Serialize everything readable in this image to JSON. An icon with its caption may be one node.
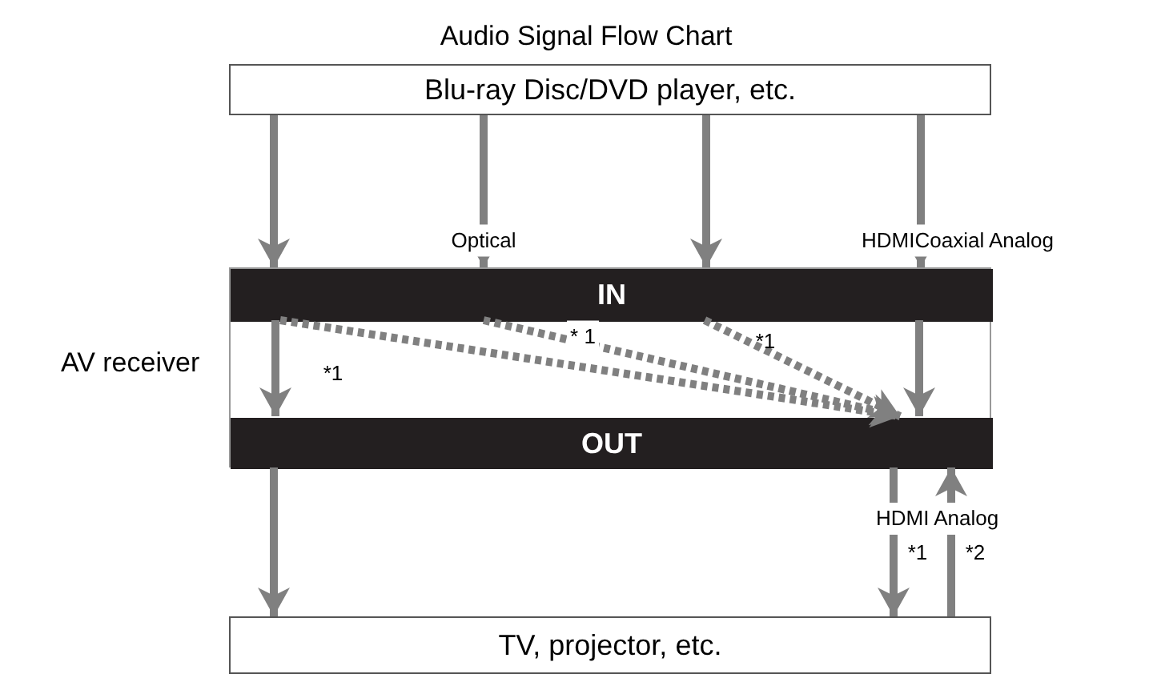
{
  "diagram": {
    "title": "Audio Signal Flow Chart",
    "nodes": [
      {
        "text": [
          "Blu-ray Disc/DVD player, etc."
        ]
      },
      {
        "text": [],
        "shape": "box",
        "beside": [
          "AV receiver"
        ]
      },
      {
        "text": [
          "IN"
        ],
        "in": 1
      },
      {
        "text": [
          "OUT"
        ],
        "in": 1
      },
      {
        "text": [
          "TV, projector, etc."
        ]
      }
    ],
    "edges": [
      {
        "from": 0,
        "to": 2,
        "arrow": "to"
      },
      {
        "from": 0,
        "to": 2,
        "arrow": "to",
        "label": "Optical"
      },
      {
        "from": 0,
        "to": 2,
        "arrow": "to"
      },
      {
        "from": 0,
        "to": 2,
        "arrow": "to",
        "label": "HDMICoaxial Analog"
      },
      {
        "from": 2,
        "to": 3,
        "arrow": "to"
      },
      {
        "from": 2,
        "to": 3,
        "arrow": "to",
        "label": "*1",
        "style": "dashed"
      },
      {
        "from": 2,
        "to": 3,
        "arrow": "to",
        "label": "* 1",
        "style": "dashed"
      },
      {
        "from": 2,
        "to": 3,
        "arrow": "to",
        "label": "*1",
        "style": "dashed"
      },
      {
        "from": 2,
        "to": 3,
        "arrow": "to"
      },
      {
        "from": 3,
        "to": 4,
        "arrow": "to"
      },
      {
        "from": 3,
        "to": 4,
        "arrow": "to",
        "label": "*1"
      },
      {
        "from": 4,
        "to": 3,
        "arrow": "to",
        "label": "*2"
      }
    ],
    "labels": [
      "HDMI Analog"
    ]
  }
}
